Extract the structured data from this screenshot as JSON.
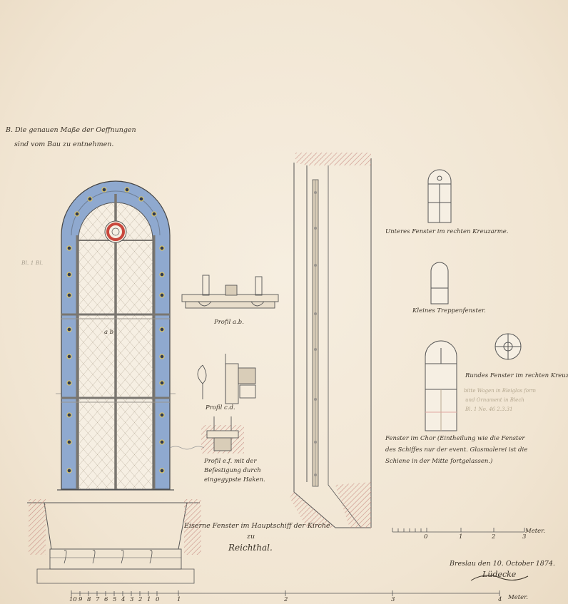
{
  "notes": {
    "instruction_line1": "B. Die genauen Maße der Oeffnungen",
    "instruction_line2": "sind vom Bau zu entnehmen.",
    "label_ab": "a b",
    "label_profil_ab": "Profil a.b.",
    "label_profil_cd": "Profil c.d.",
    "label_profil_ef_1": "Profil e.f. mit der",
    "label_profil_ef_2": "Befestigung durch",
    "label_profil_ef_3": "eingegypste Haken.",
    "label_unteres_fenster": "Unteres Fenster im rechten Kreuzarme.",
    "label_kleines_fenster": "Kleines Treppenfenster.",
    "label_rundes_fenster": "Rundes Fenster im rechten Kreuzarme.",
    "label_chor_1": "Fenster im Chor (Eintheilung wie die Fenster",
    "label_chor_2": "des Schiffes nur der event. Glasmalerei ist die",
    "label_chor_3": "Schiene in der Mitte fortgelassen.)",
    "title_line1": "Eiserne Fenster im Hauptschiff der Kirche",
    "title_line2": "zu",
    "title_line3": "Reichthal.",
    "place_date": "Breslau den 10. October 1874.",
    "signature": "Lüdecke",
    "scale_unit": "Meter.",
    "margin_pencil": "Bl. 1 Bl.",
    "faint_pencil_1": "bitte Wagen in Bleiglas form",
    "faint_pencil_2": "und Ornament in Blech",
    "faint_pencil_3": "Bl. 1 No. 46 2.3.31"
  },
  "scale_right_ticks": [
    "0",
    "1",
    "2",
    "3"
  ],
  "scale_bottom_ticks": [
    "10",
    "9",
    "8",
    "7",
    "6",
    "5",
    "4",
    "3",
    "2",
    "1",
    "0",
    "1",
    "2",
    "3",
    "4"
  ],
  "colors": {
    "paper": "#f3e9d9",
    "ink": "#3a3228",
    "blue_glass": "#8fa9cf",
    "blue_edge": "#5f7fb3",
    "rosette_red": "#c9473c",
    "pink_wall": "#e9b9b0",
    "glass_fill": "#f6efe3"
  }
}
